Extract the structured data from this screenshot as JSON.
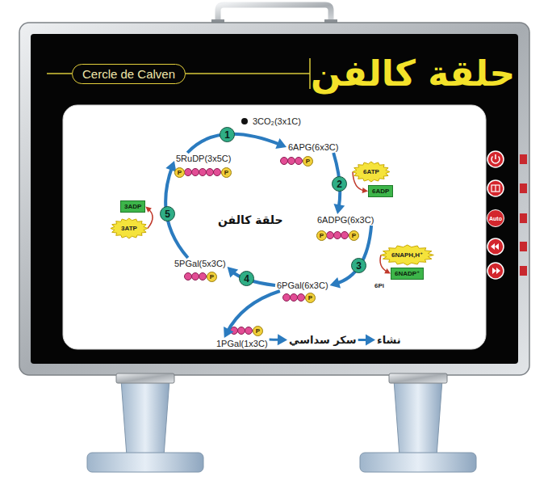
{
  "diagram": {
    "title": "حلقة كالفن",
    "nodes": [
      {
        "text": [
          "Cercle de Calven"
        ]
      },
      {
        "text": [
          "3CO₂(3x1C)"
        ]
      },
      {
        "text": [
          "6APG(6x3C)"
        ]
      },
      {
        "text": [
          "6ATP"
        ]
      },
      {
        "text": [
          "6ADP"
        ]
      },
      {
        "text": [
          "6ADPG(6x3C)"
        ]
      },
      {
        "text": [
          "6NAPH,H⁺"
        ]
      },
      {
        "text": [
          "6NADP⁺"
        ]
      },
      {
        "text": [
          "6PGal(6x3C)"
        ]
      },
      {
        "text": [
          "1PGal(1x3C)"
        ]
      },
      {
        "text": [
          "سكر سداسي"
        ]
      },
      {
        "text": [
          "نشاء"
        ]
      },
      {
        "text": [
          "5PGal(5x3C)"
        ]
      },
      {
        "text": [
          "3ATP"
        ]
      },
      {
        "text": [
          "3ADP"
        ]
      },
      {
        "text": [
          "5RuDP(3x5C)"
        ]
      },
      {
        "text": [
          "Auto"
        ]
      }
    ],
    "edges": [
      {
        "from": 15,
        "to": 2,
        "label": "1",
        "arrow": "to"
      },
      {
        "from": 2,
        "to": 5,
        "label": "2",
        "arrow": "to"
      },
      {
        "from": 3,
        "to": 4,
        "arrow": "to"
      },
      {
        "from": 5,
        "to": 8,
        "label": "3",
        "arrow": "to"
      },
      {
        "from": 6,
        "to": 7,
        "arrow": "to"
      },
      {
        "from": 8,
        "to": 12,
        "label": "4",
        "arrow": "to"
      },
      {
        "from": 8,
        "to": 9,
        "arrow": "to"
      },
      {
        "from": 9,
        "to": 10,
        "arrow": "to"
      },
      {
        "from": 10,
        "to": 11,
        "arrow": "to"
      },
      {
        "from": 12,
        "to": 15,
        "label": "5",
        "arrow": "to"
      },
      {
        "from": 13,
        "to": 14,
        "arrow": "to"
      }
    ],
    "labels": [
      "حلقة كالفن",
      "6Pi",
      "P",
      "P",
      "P",
      "P",
      "P",
      "P",
      "P",
      "P"
    ]
  }
}
